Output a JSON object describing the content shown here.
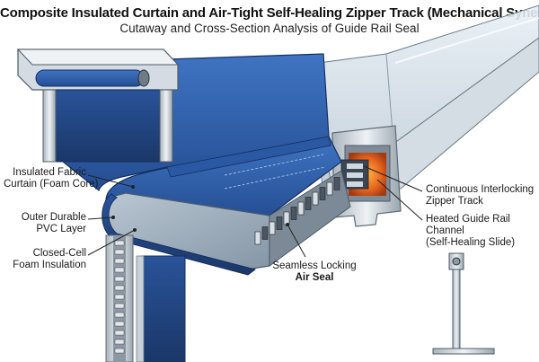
{
  "title": "Composite Insulated Curtain and Air-Tight Self-Healing Zipper Track (Mechanical Synergy)",
  "subtitle": "Cutaway and Cross-Section Analysis of Guide Rail Seal",
  "labels": {
    "insulated_fabric": [
      "Insulated Fabric",
      "Curtain (Foam Core)"
    ],
    "outer_pvc": [
      "Outer Durable",
      "PVC Layer"
    ],
    "closed_cell": [
      "Closed-Cell",
      "Foam Insulation"
    ],
    "air_seal": [
      "Seamless Locking",
      "Air Seal"
    ],
    "zipper_track": [
      "Continuous Interlocking",
      "Zipper Track"
    ],
    "guide_rail": [
      "Heated Guide Rail",
      "Channel",
      "(Self-Healing Slide)"
    ]
  },
  "colors": {
    "curtain_blue": "#2f5ea8",
    "curtain_dark": "#1f3f78",
    "foam_grey": "#9aa7b3",
    "rail_metal": "#c9d1d8",
    "heat_orange": "#e8661e",
    "leader_line": "#222222"
  },
  "icons": [
    "inset-roller-door-icon",
    "inset-rail-profile-icon",
    "zipper-teeth-icon"
  ]
}
